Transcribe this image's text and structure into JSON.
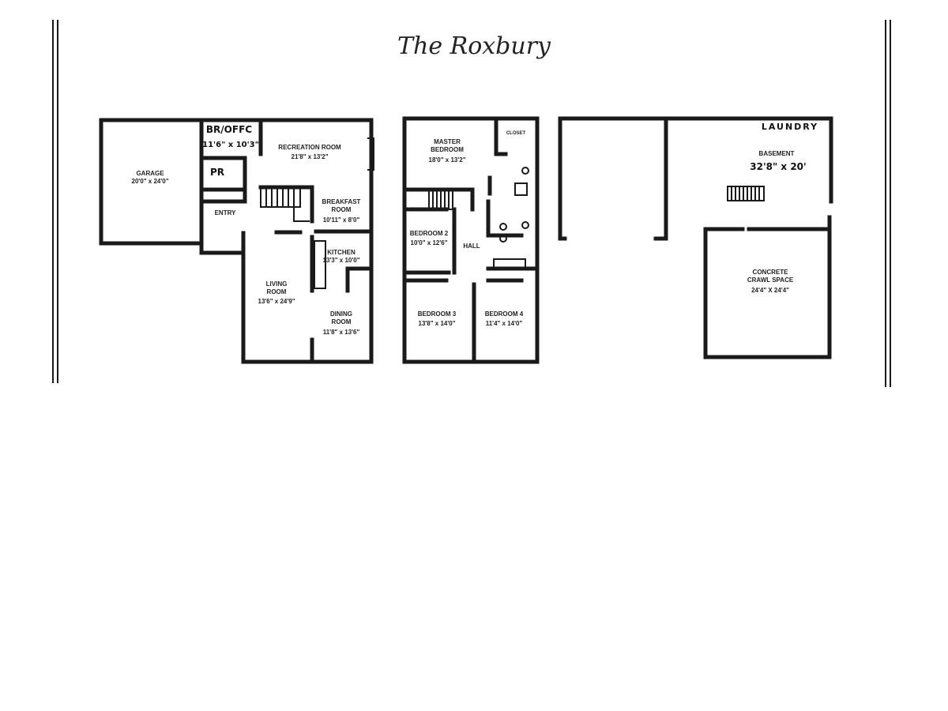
{
  "title": "The Roxbury",
  "first_floor": {
    "garage": {
      "name": "GARAGE",
      "size": "20'0\" x 24'0\""
    },
    "br_office": {
      "name": "BR/OFFC",
      "size": "11'6\" x 10'3\""
    },
    "powder_room": {
      "name": "PR"
    },
    "recreation_room": {
      "name": "RECREATION ROOM",
      "size": "21'8\" x 13'2\""
    },
    "breakfast_room": {
      "name1": "BREAKFAST",
      "name2": "ROOM",
      "size": "10'11\" x 8'0\""
    },
    "entry": {
      "name": "ENTRY"
    },
    "kitchen": {
      "name": "KITCHEN",
      "size": "13'3\" x 10'0\""
    },
    "living_room": {
      "name1": "LIVING",
      "name2": "ROOM",
      "size": "13'6\" x 24'9\""
    },
    "dining_room": {
      "name1": "DINING",
      "name2": "ROOM",
      "size": "11'8\" x 13'6\""
    }
  },
  "second_floor": {
    "master_bedroom": {
      "name1": "MASTER",
      "name2": "BEDROOM",
      "size": "18'0\" x 13'2\""
    },
    "closet": {
      "name": "CLOSET"
    },
    "bedroom2": {
      "name": "BEDROOM 2",
      "size": "10'0\" x 12'6\""
    },
    "hall": {
      "name": "HALL"
    },
    "bedroom3": {
      "name": "BEDROOM 3",
      "size": "13'8\" x 14'0\""
    },
    "bedroom4": {
      "name": "BEDROOM 4",
      "size": "11'4\" x 14'0\""
    }
  },
  "basement": {
    "laundry": {
      "name": "LAUNDRY"
    },
    "basement": {
      "name": "BASEMENT",
      "size": "32'8\" x 20'"
    },
    "crawl_space": {
      "name1": "CONCRETE",
      "name2": "CRAWL SPACE",
      "size": "24'4\" X 24'4\""
    }
  }
}
